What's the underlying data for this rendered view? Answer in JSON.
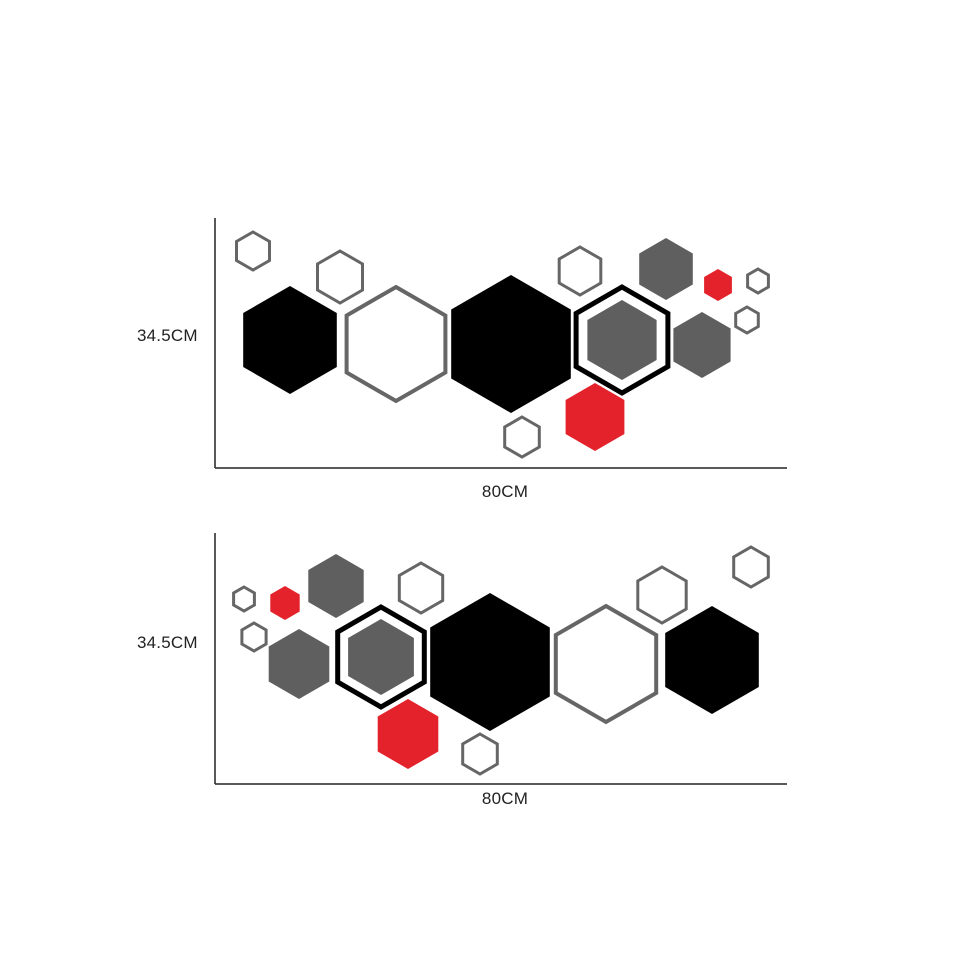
{
  "colors": {
    "black": "#000000",
    "gray": "#5f5f5f",
    "outline": "#666666",
    "red": "#e3222b",
    "axis": "#222222"
  },
  "panels": [
    {
      "height_label": "34.5CM",
      "width_label": "80CM"
    },
    {
      "height_label": "34.5CM",
      "width_label": "80CM"
    }
  ]
}
